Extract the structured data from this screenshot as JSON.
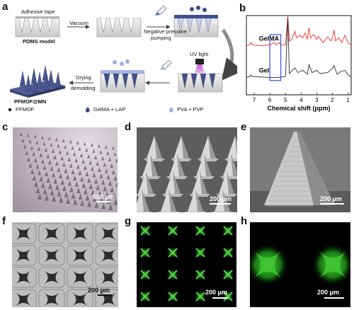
{
  "panel_labels": {
    "a": "a",
    "b": "b",
    "c": "c",
    "d": "d",
    "e": "e",
    "f": "f",
    "g": "g",
    "h": "h"
  },
  "panel_a": {
    "adhesive_tape": "Adhesive tape",
    "pdms_model": "PDMS model",
    "vacuum": "Vacuum",
    "negative_pressure": "Negative pressure",
    "pumping": "pumping",
    "uv_light": "UV light",
    "drying": "Drying",
    "demolding": "demolding",
    "product": "PFMOF@MN",
    "legend": [
      {
        "symbol": "dot",
        "label": "PFMOF"
      },
      {
        "symbol": "drop-dark",
        "label": "GelMA + LAP"
      },
      {
        "symbol": "drop-light",
        "label": "PVA + PVP"
      }
    ]
  },
  "panel_b": {
    "chart_data": {
      "type": "line",
      "xlabel": "Chemical shift (ppm)",
      "xlim": [
        7.5,
        0.8
      ],
      "xticks": [
        7,
        6,
        5,
        4,
        3,
        2,
        1
      ],
      "reversed_x": true,
      "series": [
        {
          "name": "GelMA",
          "color": "#e8302a",
          "baseline": 0.62,
          "points": [
            [
              7.5,
              0.62
            ],
            [
              7.3,
              0.63
            ],
            [
              7.2,
              0.66
            ],
            [
              7.1,
              0.63
            ],
            [
              6.5,
              0.62
            ],
            [
              6.0,
              0.63
            ],
            [
              5.7,
              0.66
            ],
            [
              5.6,
              0.63
            ],
            [
              5.4,
              0.66
            ],
            [
              5.3,
              0.63
            ],
            [
              5.0,
              0.63
            ],
            [
              4.85,
              0.99
            ],
            [
              4.75,
              0.68
            ],
            [
              4.6,
              0.7
            ],
            [
              4.4,
              0.8
            ],
            [
              4.3,
              0.72
            ],
            [
              4.1,
              0.75
            ],
            [
              3.9,
              0.72
            ],
            [
              3.75,
              0.78
            ],
            [
              3.6,
              0.7
            ],
            [
              3.5,
              0.85
            ],
            [
              3.4,
              0.72
            ],
            [
              3.2,
              0.76
            ],
            [
              3.0,
              0.7
            ],
            [
              2.9,
              0.74
            ],
            [
              2.6,
              0.66
            ],
            [
              2.3,
              0.73
            ],
            [
              2.1,
              0.68
            ],
            [
              2.0,
              0.72
            ],
            [
              1.9,
              0.82
            ],
            [
              1.8,
              0.68
            ],
            [
              1.6,
              0.72
            ],
            [
              1.4,
              0.66
            ],
            [
              1.2,
              0.75
            ],
            [
              1.0,
              0.66
            ],
            [
              0.9,
              0.64
            ],
            [
              0.8,
              0.63
            ]
          ]
        },
        {
          "name": "Gel",
          "color": "#2b2b2b",
          "baseline": 0.22,
          "points": [
            [
              7.5,
              0.22
            ],
            [
              7.3,
              0.23
            ],
            [
              7.2,
              0.25
            ],
            [
              7.1,
              0.23
            ],
            [
              6.0,
              0.22
            ],
            [
              5.5,
              0.22
            ],
            [
              5.0,
              0.23
            ],
            [
              4.85,
              0.97
            ],
            [
              4.75,
              0.27
            ],
            [
              4.4,
              0.34
            ],
            [
              4.2,
              0.28
            ],
            [
              3.9,
              0.31
            ],
            [
              3.6,
              0.26
            ],
            [
              3.5,
              0.38
            ],
            [
              3.3,
              0.28
            ],
            [
              3.0,
              0.31
            ],
            [
              2.8,
              0.27
            ],
            [
              2.3,
              0.28
            ],
            [
              2.0,
              0.33
            ],
            [
              1.9,
              0.37
            ],
            [
              1.7,
              0.26
            ],
            [
              1.5,
              0.29
            ],
            [
              1.2,
              0.31
            ],
            [
              1.0,
              0.25
            ],
            [
              0.8,
              0.23
            ]
          ]
        }
      ],
      "highlight": {
        "from": 6.0,
        "to": 5.3,
        "color": "#3a4fd6"
      }
    }
  },
  "scale_bars": {
    "c": "500 μm",
    "d": "200 μm",
    "e": "200 μm",
    "f": "200 μm",
    "g": "200 μm",
    "h": "200 μm"
  }
}
